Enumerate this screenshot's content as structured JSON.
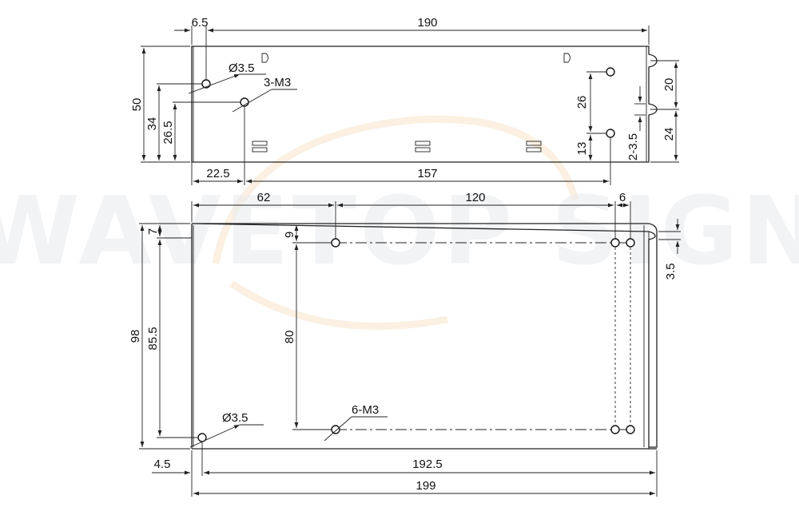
{
  "watermark": {
    "text": "WAVETOP SIGN"
  },
  "top_view": {
    "labels": {
      "w_6_5": "6.5",
      "w_190": "190",
      "hole_dia": "Ø3.5",
      "screw": "3-M3",
      "h_50": "50",
      "h_34": "34",
      "h_26_5": "26.5",
      "w_22_5": "22.5",
      "w_157": "157",
      "h_26": "26",
      "h_13": "13",
      "h_20": "20",
      "h_24": "24",
      "slot": "2-3.5"
    }
  },
  "bottom_view": {
    "labels": {
      "w_62": "62",
      "w_120": "120",
      "w_6": "6",
      "h_7": "7",
      "h_9": "9",
      "h_98": "98",
      "h_85_5": "85.5",
      "h_80": "80",
      "h_3_5": "3.5",
      "hole_dia": "Ø3.5",
      "screw": "6-M3",
      "w_4_5": "4.5",
      "w_192_5": "192.5",
      "w_199": "199"
    }
  }
}
